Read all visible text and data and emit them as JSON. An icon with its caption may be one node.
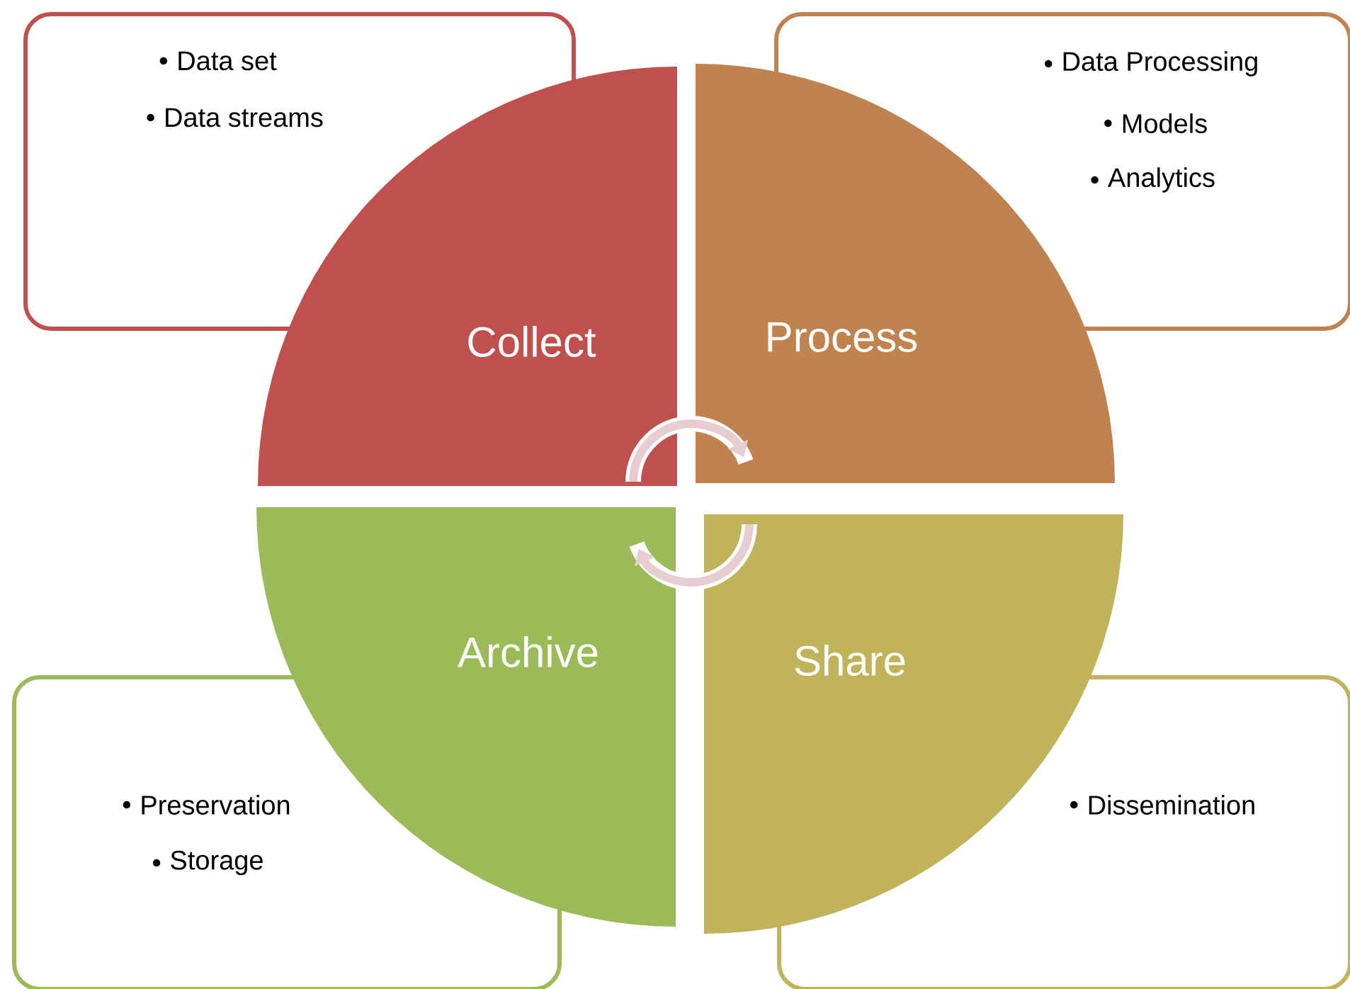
{
  "diagram": {
    "nodes": [
      {
        "text": [
          "Data set",
          "Data streams"
        ]
      },
      {
        "text": [
          "Data Processing",
          "Models",
          "Analytics"
        ]
      },
      {
        "text": [
          "Collect"
        ]
      },
      {
        "text": [
          "Process"
        ]
      },
      {
        "text": [
          "Archive"
        ]
      },
      {
        "text": [
          "Share"
        ]
      },
      {
        "text": [
          "Preservation",
          "Storage"
        ]
      },
      {
        "text": [
          "Dissemination"
        ]
      }
    ],
    "edges": [
      {
        "from": 2,
        "to": 3,
        "arrow": "to"
      },
      {
        "from": 5,
        "to": 4,
        "arrow": "to"
      }
    ]
  }
}
